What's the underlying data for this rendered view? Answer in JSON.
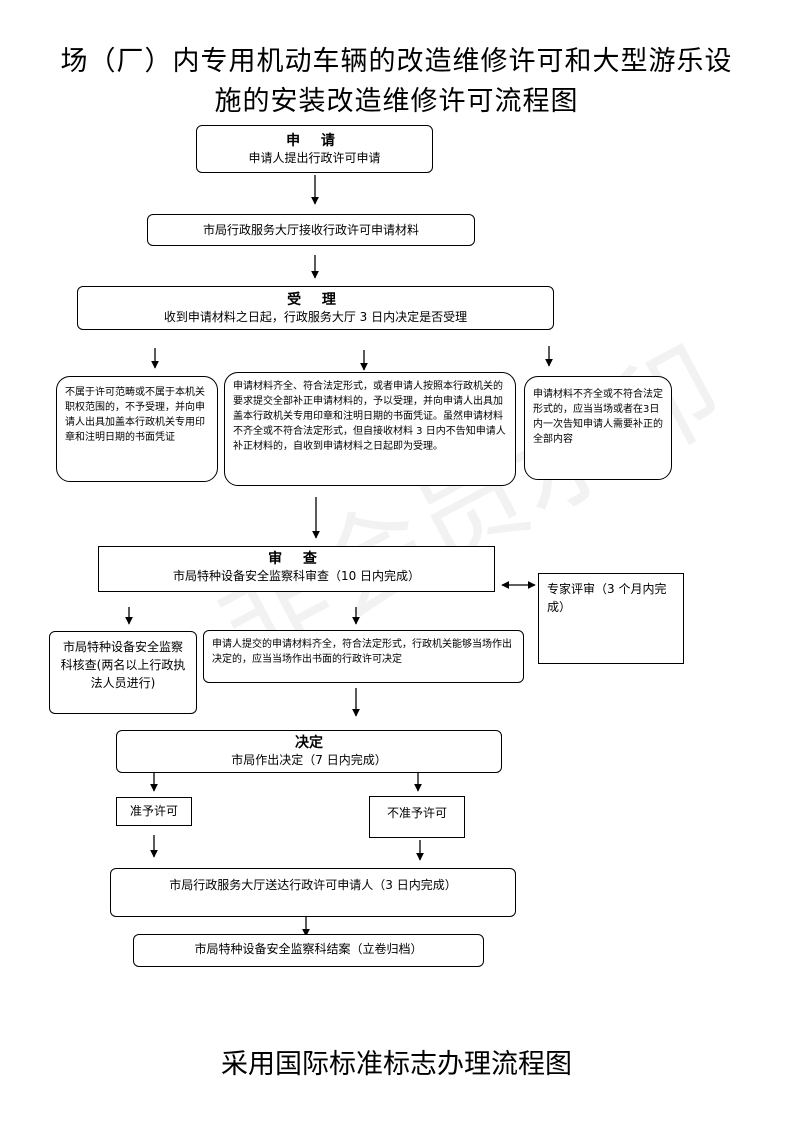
{
  "title": {
    "line1": "场（厂）内专用机动车辆的改造维修许可和大型游乐设",
    "line2": "施的安装改造维修许可流程图"
  },
  "watermark": "非会员水印",
  "steps": {
    "apply": {
      "head": "申 请",
      "text": "申请人提出行政许可申请"
    },
    "receive": {
      "text": "市局行政服务大厅接收行政许可申请材料"
    },
    "accept": {
      "head": "受 理",
      "text": "收到申请材料之日起，行政服务大厅 3 日内决定是否受理"
    },
    "reject_scope": {
      "text": "不属于许可范畴或不属于本机关职权范围的，不予受理，并向申请人出具加盖本行政机关专用印章和注明日期的书面凭证"
    },
    "accept_complete": {
      "text": "申请材料齐全、符合法定形式，或者申请人按照本行政机关的要求提交全部补正申请材料的，予以受理，并向申请人出具加盖本行政机关专用印章和注明日期的书面凭证。虽然申请材料不齐全或不符合法定形式，但自接收材料 3 日内不告知申请人补正材料的，自收到申请材料之日起即为受理。"
    },
    "incomplete": {
      "text": "申请材料不齐全或不符合法定形式的，应当当场或者在3日内一次告知申请人需要补正的全部内容"
    },
    "review": {
      "head": "审 查",
      "text": "市局特种设备安全监察科审查（10 日内完成）"
    },
    "expert": {
      "text": "专家评审（3 个月内完成）"
    },
    "verify": {
      "text": "市局特种设备安全监察科核查(两名以上行政执法人员进行)"
    },
    "onsite": {
      "text": "申请人提交的申请材料齐全，符合法定形式，行政机关能够当场作出决定的，应当当场作出书面的行政许可决定"
    },
    "decide": {
      "head": "决定",
      "text": "市局作出决定（7 日内完成）"
    },
    "grant": {
      "text": "准予许可"
    },
    "deny": {
      "text": "不准予许可"
    },
    "deliver": {
      "text": "市局行政服务大厅送达行政许可申请人（3 日内完成）"
    },
    "archive": {
      "text": "市局特种设备安全监察科结案（立卷归档）"
    }
  },
  "footer": "采用国际标准标志办理流程图"
}
